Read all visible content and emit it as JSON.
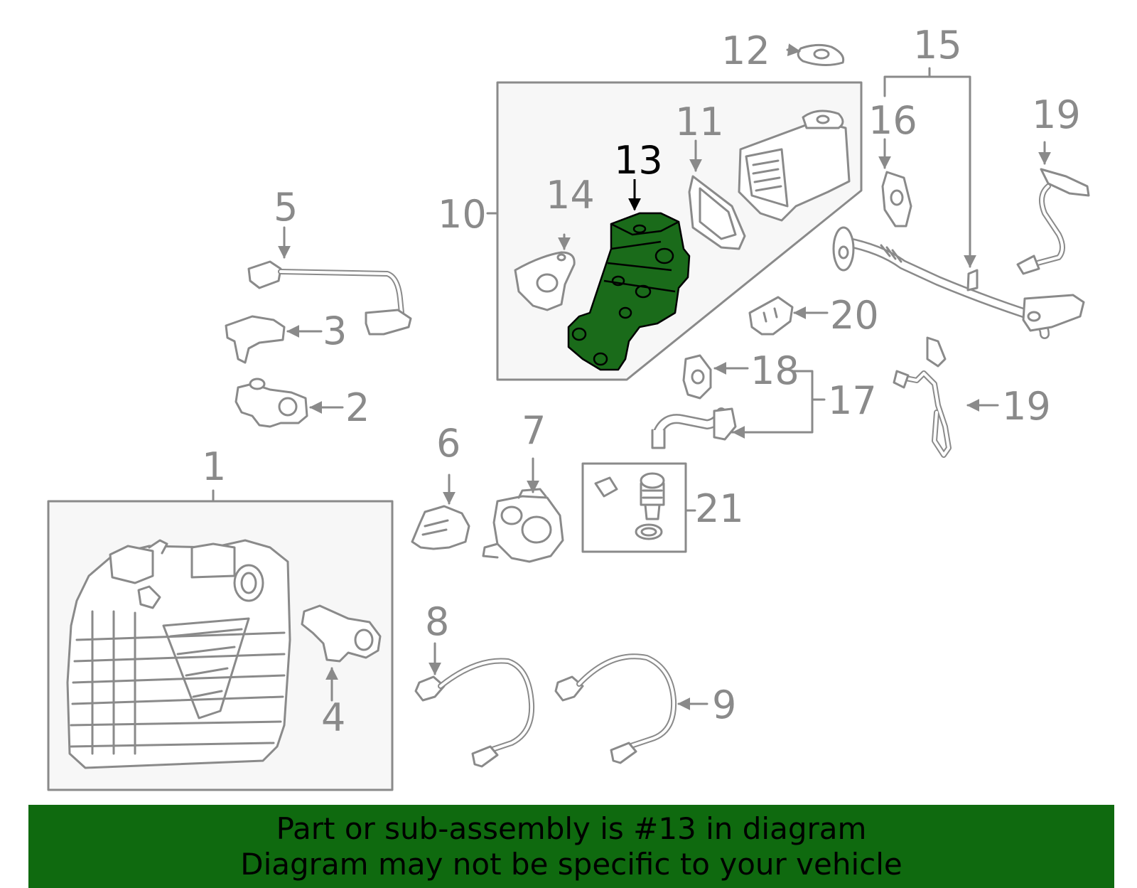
{
  "diagram": {
    "labels": {
      "p1": "1",
      "p2": "2",
      "p3": "3",
      "p4": "4",
      "p5": "5",
      "p6": "6",
      "p7": "7",
      "p8": "8",
      "p9": "9",
      "p10": "10",
      "p11": "11",
      "p12": "12",
      "p13": "13",
      "p14": "14",
      "p15": "15",
      "p16": "16",
      "p17": "17",
      "p18": "18",
      "p19a": "19",
      "p19b": "19",
      "p20": "20",
      "p21": "21"
    },
    "highlighted_part": "13",
    "colors": {
      "outline": "#8a8a8a",
      "box_fill": "#f7f7f7",
      "highlight": "#1a6b1a",
      "highlight_label": "#000000",
      "banner": "#0f6a0f"
    }
  },
  "banner": {
    "line1": "Part or sub-assembly is #13 in diagram",
    "line2": "Diagram may not be specific to your vehicle"
  }
}
